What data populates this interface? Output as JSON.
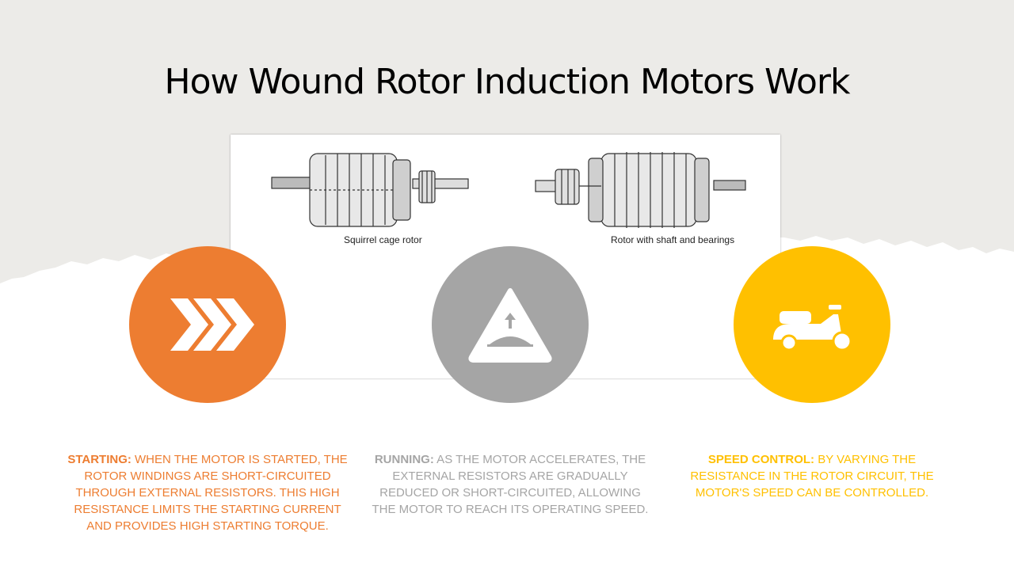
{
  "slide": {
    "title": "How Wound Rotor Induction Motors Work"
  },
  "figure": {
    "caption_left": "Squirrel cage rotor",
    "caption_right": "Rotor with shaft and bearings"
  },
  "columns": [
    {
      "label": "STARTING:",
      "text": " WHEN THE MOTOR IS STARTED, THE ROTOR WINDINGS ARE SHORT-CIRCUITED THROUGH EXTERNAL RESISTORS. THIS HIGH RESISTANCE LIMITS THE STARTING CURRENT AND PROVIDES HIGH STARTING TORQUE.",
      "color": "#ED7D31",
      "icon": "chevrons-right-icon"
    },
    {
      "label": "RUNNING:",
      "text": " AS THE MOTOR ACCELERATES, THE EXTERNAL RESISTORS ARE GRADUALLY REDUCED OR SHORT-CIRCUITED, ALLOWING THE MOTOR TO REACH ITS OPERATING SPEED.",
      "color": "#A5A5A5",
      "icon": "hill-warning-icon"
    },
    {
      "label": "SPEED CONTROL:",
      "text": " BY VARYING THE RESISTANCE IN THE ROTOR CIRCUIT, THE MOTOR'S SPEED CAN BE CONTROLLED.",
      "color": "#FFC000",
      "icon": "scooter-icon"
    }
  ],
  "colors": {
    "background_top": "#ECEBE8",
    "background_bottom": "#FFFFFF"
  }
}
